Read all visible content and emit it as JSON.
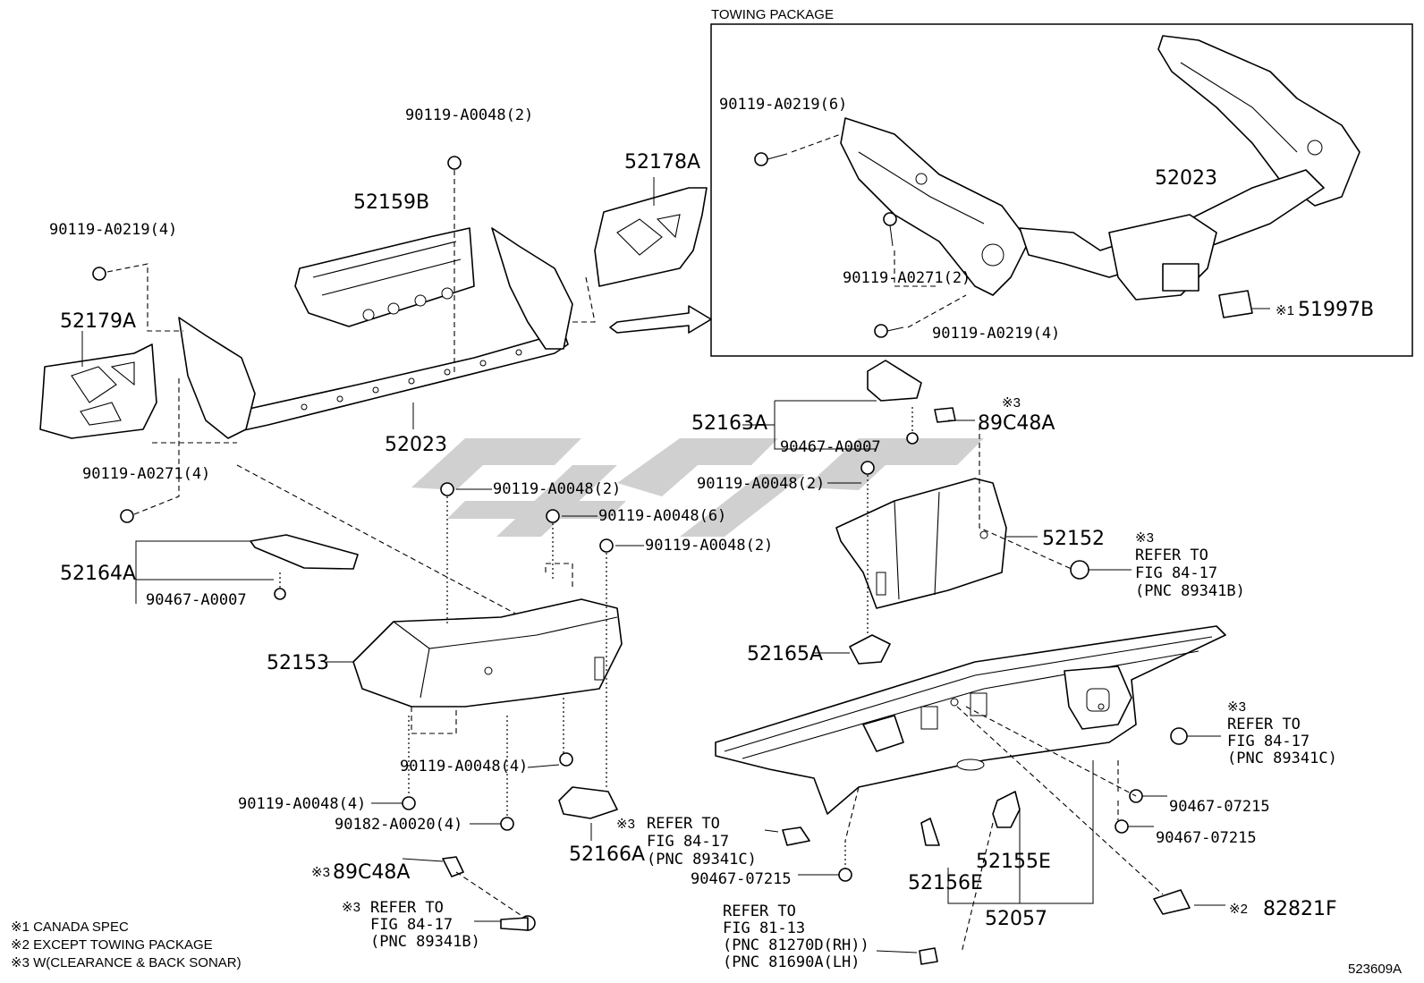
{
  "inset": {
    "title": "TOWING PACKAGE"
  },
  "labels": {
    "bolt_0048_2_top": "90119-A0048(2)",
    "bracket_52159B": "52159B",
    "bracket_52178A": "52178A",
    "bolt_0219_4_left": "90119-A0219(4)",
    "bracket_52179A": "52179A",
    "beam_52023_main": "52023",
    "bolt_0271_4": "90119-A0271(4)",
    "bolt_0048_2_mid_a": "90119-A0048(2)",
    "bolt_0048_6": "90119-A0048(6)",
    "bolt_0048_2_mid_b": "90119-A0048(2)",
    "step_52164A": "52164A",
    "clip_0007_left": "90467-A0007",
    "bumper_52153": "52153",
    "bolt_0048_4_a": "90119-A0048(4)",
    "bolt_0048_4_b": "90119-A0048(4)",
    "nut_0020_4": "90182-A0020(4)",
    "bracket_52166A": "52166A",
    "sensor_89C48A_left": "89C48A",
    "hitch_0219_6": "90119-A0219(6)",
    "hitch_52023": "52023",
    "hitch_0271_2": "90119-A0271(2)",
    "hitch_0219_4": "90119-A0219(4)",
    "plug_51997B": "51997B",
    "step_52163A": "52163A",
    "clip_0007_right": "90467-A0007",
    "sensor_89C48A_right": "89C48A",
    "bolt_0048_2_right": "90119-A0048(2)",
    "bumper_52152": "52152",
    "bracket_52165A": "52165A",
    "clip_07215_a": "90467-07215",
    "clip_07215_b": "90467-07215",
    "clip_07215_c": "90467-07215",
    "pad_52155E": "52155E",
    "pad_52156E": "52156E",
    "step_52057": "52057",
    "reflector_82821F": "82821F",
    "diagram_id": "523609A"
  },
  "marks": {
    "m1": "※1",
    "m2": "※2",
    "m3": "※3"
  },
  "refs": {
    "ref_right_top": {
      "line1": "REFER TO",
      "line2": "FIG 84-17",
      "line3": "(PNC 89341B)"
    },
    "ref_right_mid": {
      "line1": "REFER TO",
      "line2": "FIG 84-17",
      "line3": "(PNC 89341C)"
    },
    "ref_center": {
      "line1": "REFER TO",
      "line2": "FIG 84-17",
      "line3": "(PNC 89341C)"
    },
    "ref_left_bottom": {
      "line1": "REFER TO",
      "line2": "FIG 84-17",
      "line3": "(PNC 89341B)"
    },
    "ref_light": {
      "line1": "REFER TO",
      "line2": "FIG 81-13",
      "line3": "(PNC 81270D(RH))",
      "line4": "(PNC 81690A(LH)"
    }
  },
  "notes": {
    "n1": "※1 CANADA SPEC",
    "n2": "※2 EXCEPT TOWING PACKAGE",
    "n3": "※3 W(CLEARANCE & BACK SONAR)"
  }
}
